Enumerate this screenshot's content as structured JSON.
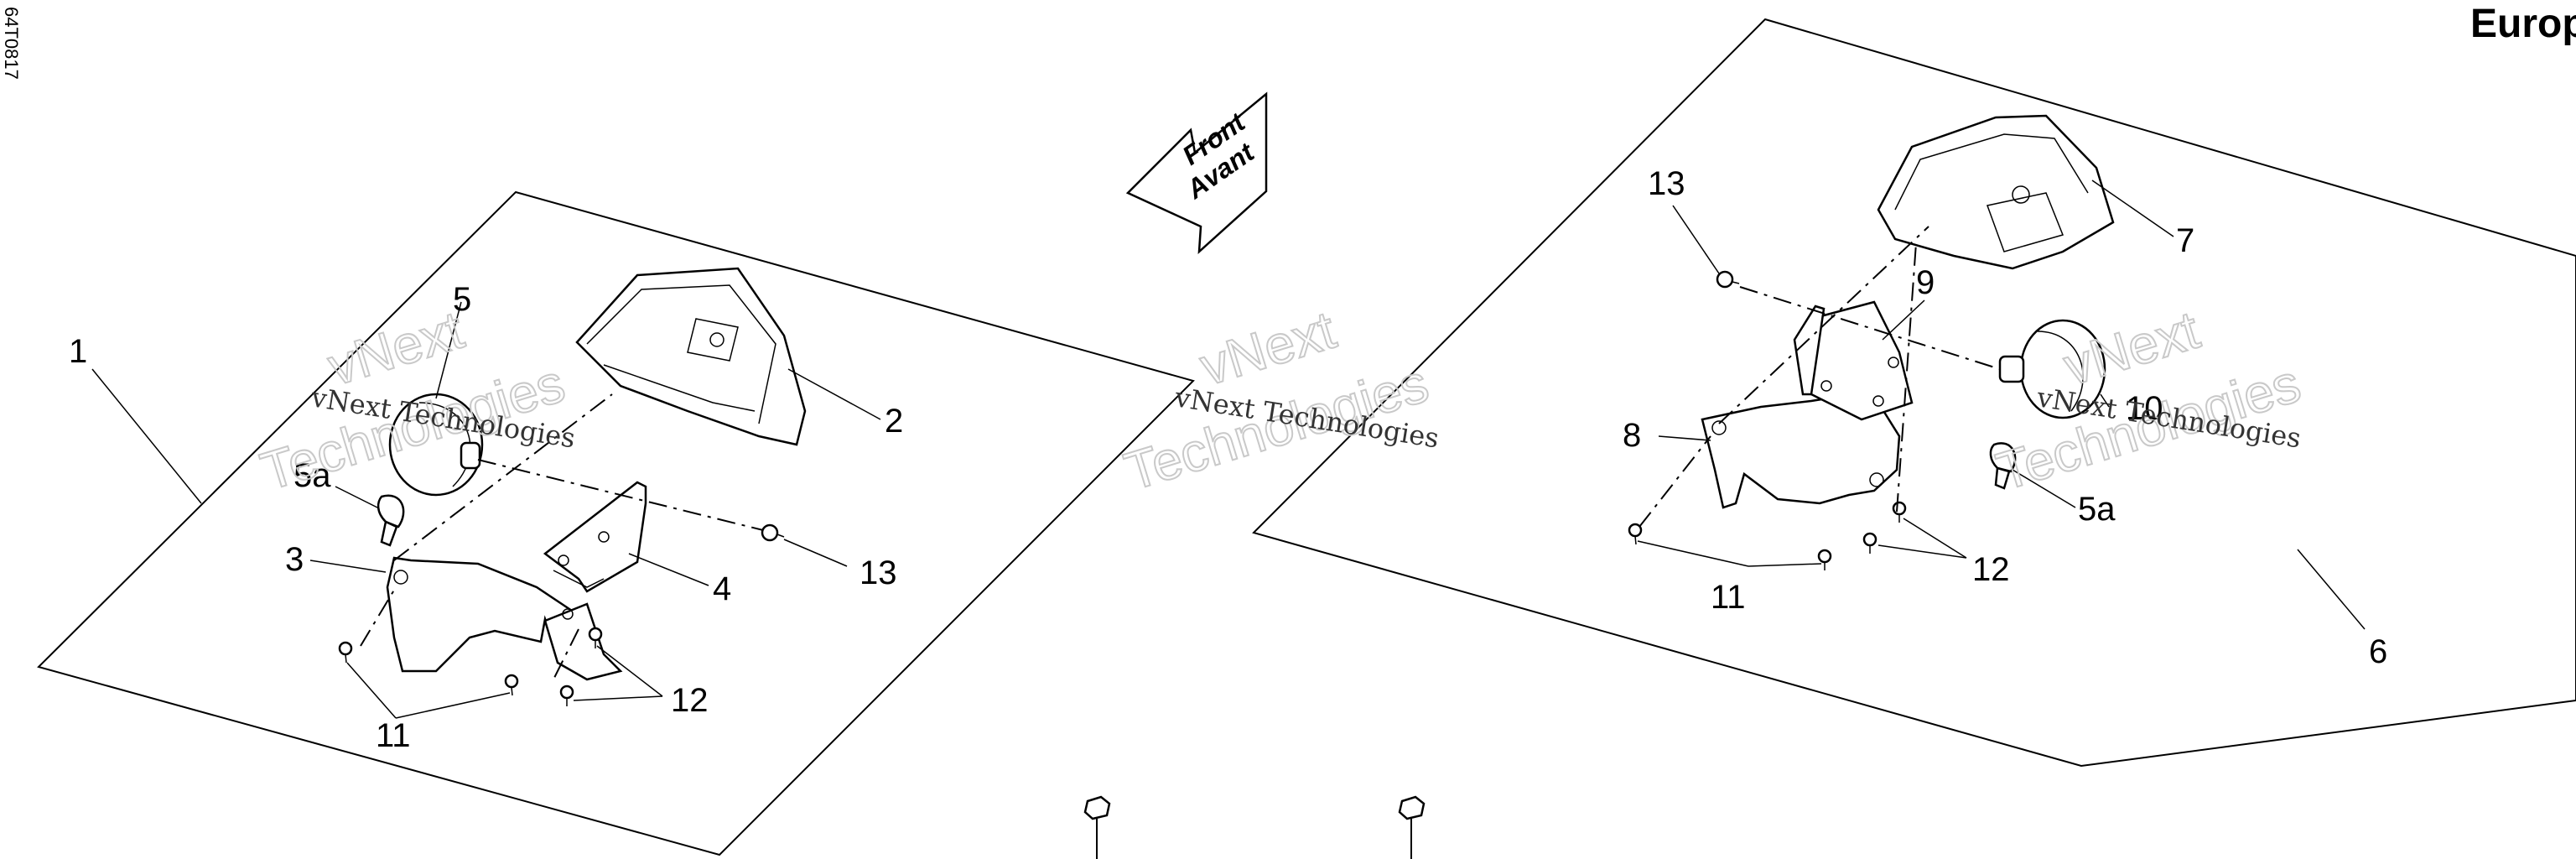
{
  "drawing": {
    "ref_code": "64T0817",
    "title": "Europ",
    "direction_arrow": {
      "line1": "Front",
      "line2": "Avant"
    }
  },
  "watermark": {
    "line1": "vNext",
    "line2": "Technologies",
    "caption": "vNext Technologies"
  },
  "callouts": {
    "left": {
      "c1": "1",
      "c2": "2",
      "c3": "3",
      "c4": "4",
      "c5": "5",
      "c5a": "5a",
      "c11": "11",
      "c12": "12",
      "c13": "13"
    },
    "right": {
      "c6": "6",
      "c7": "7",
      "c8": "8",
      "c9": "9",
      "c10": "10",
      "c5a": "5a",
      "c11": "11",
      "c12": "12",
      "c13": "13"
    }
  }
}
